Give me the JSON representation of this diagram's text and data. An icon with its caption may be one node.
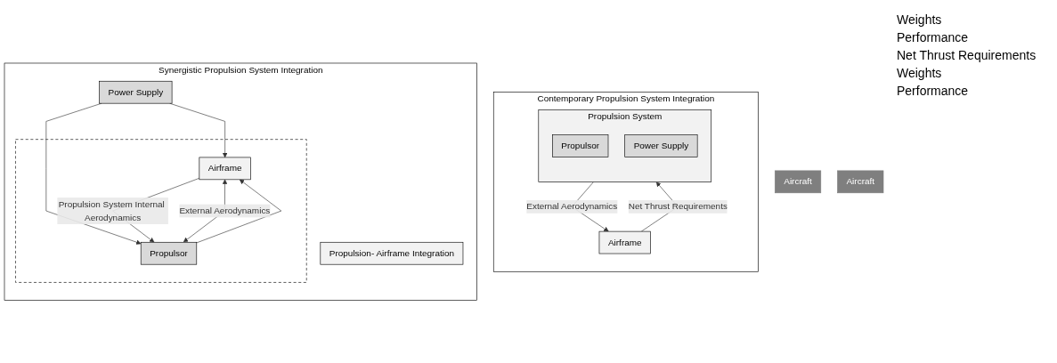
{
  "diagram": {
    "nodes": [
      {
        "text": [
          "Aircraft"
        ]
      },
      {
        "text": [
          "Contemporary Propulsion System Integration"
        ]
      },
      {
        "text": [
          "Airframe"
        ],
        "in": 1
      },
      {
        "text": [
          "Propulsion System"
        ],
        "in": 1
      },
      {
        "text": [
          "Propulsor"
        ],
        "in": 3
      },
      {
        "text": [
          "Power Supply"
        ],
        "in": 3
      },
      {
        "text": [
          "Aircraft"
        ]
      },
      {
        "text": [
          "Synergistic Propulsion System Integration"
        ]
      },
      {
        "text": [
          "Propulsion- Airframe Integration"
        ],
        "in": 7
      },
      {
        "text": [],
        "shape": "box",
        "in": 7
      },
      {
        "text": [
          "Airframe"
        ],
        "in": 9
      },
      {
        "text": [
          "Propulsor"
        ],
        "in": 9
      },
      {
        "text": [
          "Power Supply"
        ],
        "in": 7
      }
    ],
    "edges": [
      {
        "from": 2,
        "to": 3,
        "arrow": "to",
        "label": "Net Thrust Requirements"
      },
      {
        "from": 3,
        "to": 2,
        "arrow": "to",
        "label": "External Aerodynamics"
      },
      {
        "from": 11,
        "to": 10,
        "arrow": "both",
        "label": "External Aerodynamics"
      },
      {
        "from": 10,
        "to": 11,
        "arrow": "to",
        "label": "Propulsion System Internal Aerodynamics"
      },
      {
        "from": 12,
        "to": 11,
        "arrow": "to"
      },
      {
        "from": 11,
        "to": 10,
        "arrow": "to"
      },
      {
        "from": 12,
        "to": 10,
        "arrow": "to"
      }
    ],
    "labels": [
      "Weights",
      "Performance",
      "Net Thrust Requirements",
      "Weights",
      "Performance"
    ]
  }
}
